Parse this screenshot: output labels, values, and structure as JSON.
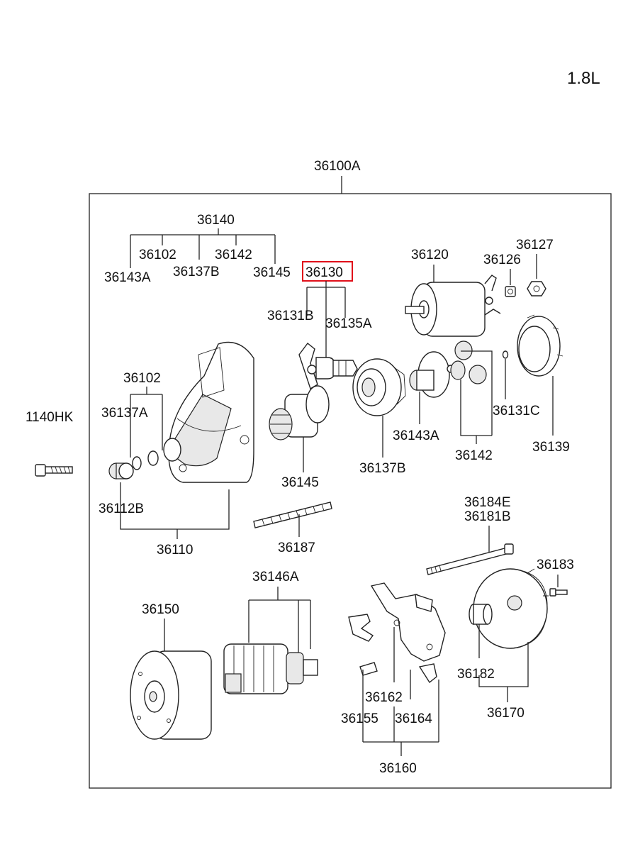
{
  "engine": "1.8L",
  "labels": {
    "assembly": "36100A",
    "bolt": "1140HK",
    "kit_36140": "36140",
    "k_36102": "36102",
    "k_36142": "36142",
    "k_36143A": "36143A",
    "k_36137B": "36137B",
    "k_36145": "36145",
    "selected": "36130",
    "p_36131B": "36131B",
    "p_36135A": "36135A",
    "p_36120": "36120",
    "p_36126": "36126",
    "p_36127": "36127",
    "p_36102": "36102",
    "p_36137A": "36137A",
    "p_36112B": "36112B",
    "p_36110": "36110",
    "p_36145": "36145",
    "p_36137B": "36137B",
    "p_36143A": "36143A",
    "p_36142": "36142",
    "p_36131C": "36131C",
    "p_36139": "36139",
    "p_36187": "36187",
    "p_36184E": "36184E",
    "p_36181B": "36181B",
    "p_36183": "36183",
    "p_36146A": "36146A",
    "p_36150": "36150",
    "p_36162": "36162",
    "p_36155": "36155",
    "p_36164": "36164",
    "p_36160": "36160",
    "p_36182": "36182",
    "p_36170": "36170"
  },
  "highlight_color": "#e0101a"
}
